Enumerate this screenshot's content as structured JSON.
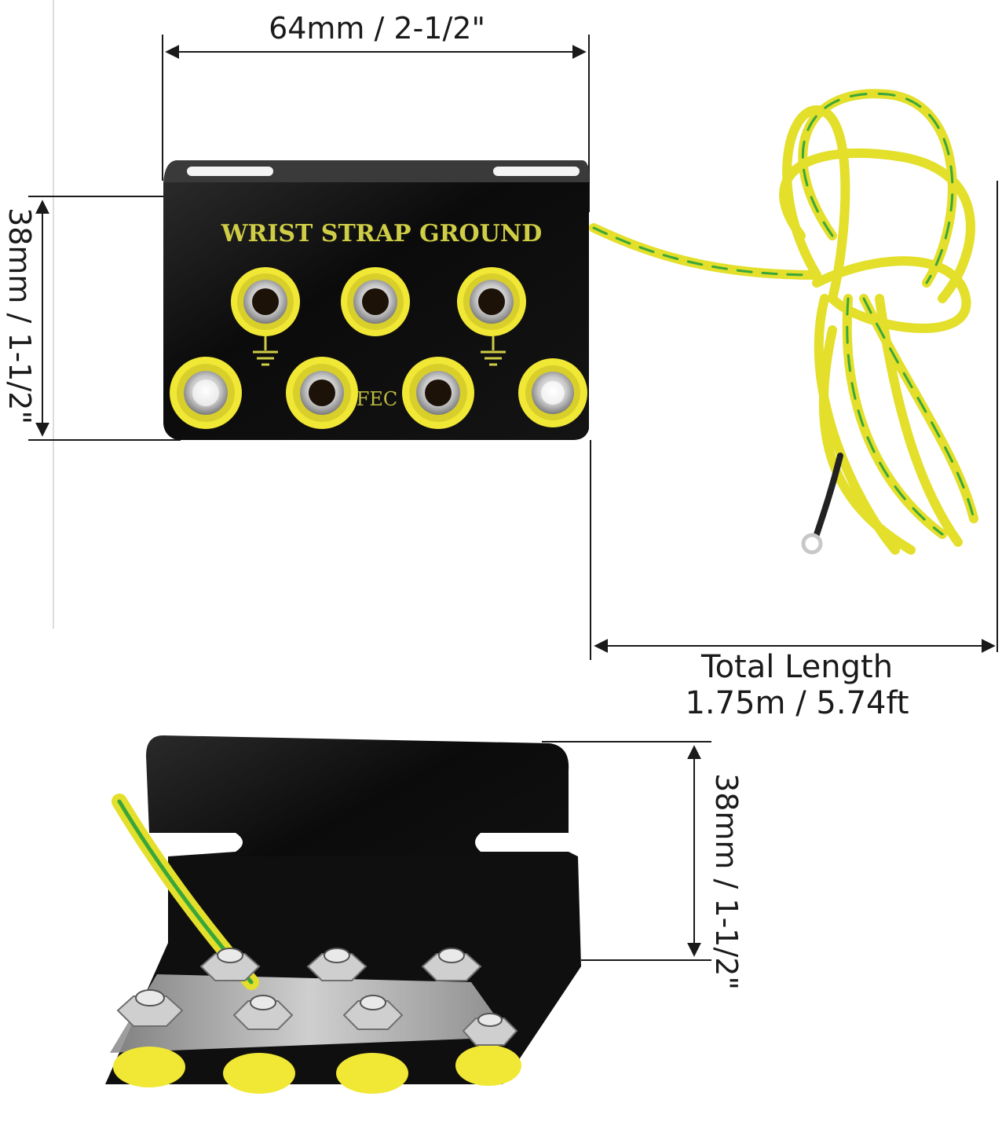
{
  "dimensions": {
    "top_width": "64mm / 2-1/2\"",
    "left_height": "38mm / 1-1/2\"",
    "right_height": "38mm / 1-1/2\"",
    "total_length_label": "Total Length",
    "total_length_value": "1.75m / 5.74ft"
  },
  "product": {
    "label": "WRIST STRAP GROUND",
    "brand_partial": "FEC",
    "socket_count": 7
  },
  "colors": {
    "plate": "#0d0d0d",
    "socket_yellow": "#f1e735",
    "wire_yellow": "#e3df2a",
    "wire_green": "#3aa63a",
    "print_text": "#cfcd45",
    "dim_line": "#1a1a1a"
  }
}
